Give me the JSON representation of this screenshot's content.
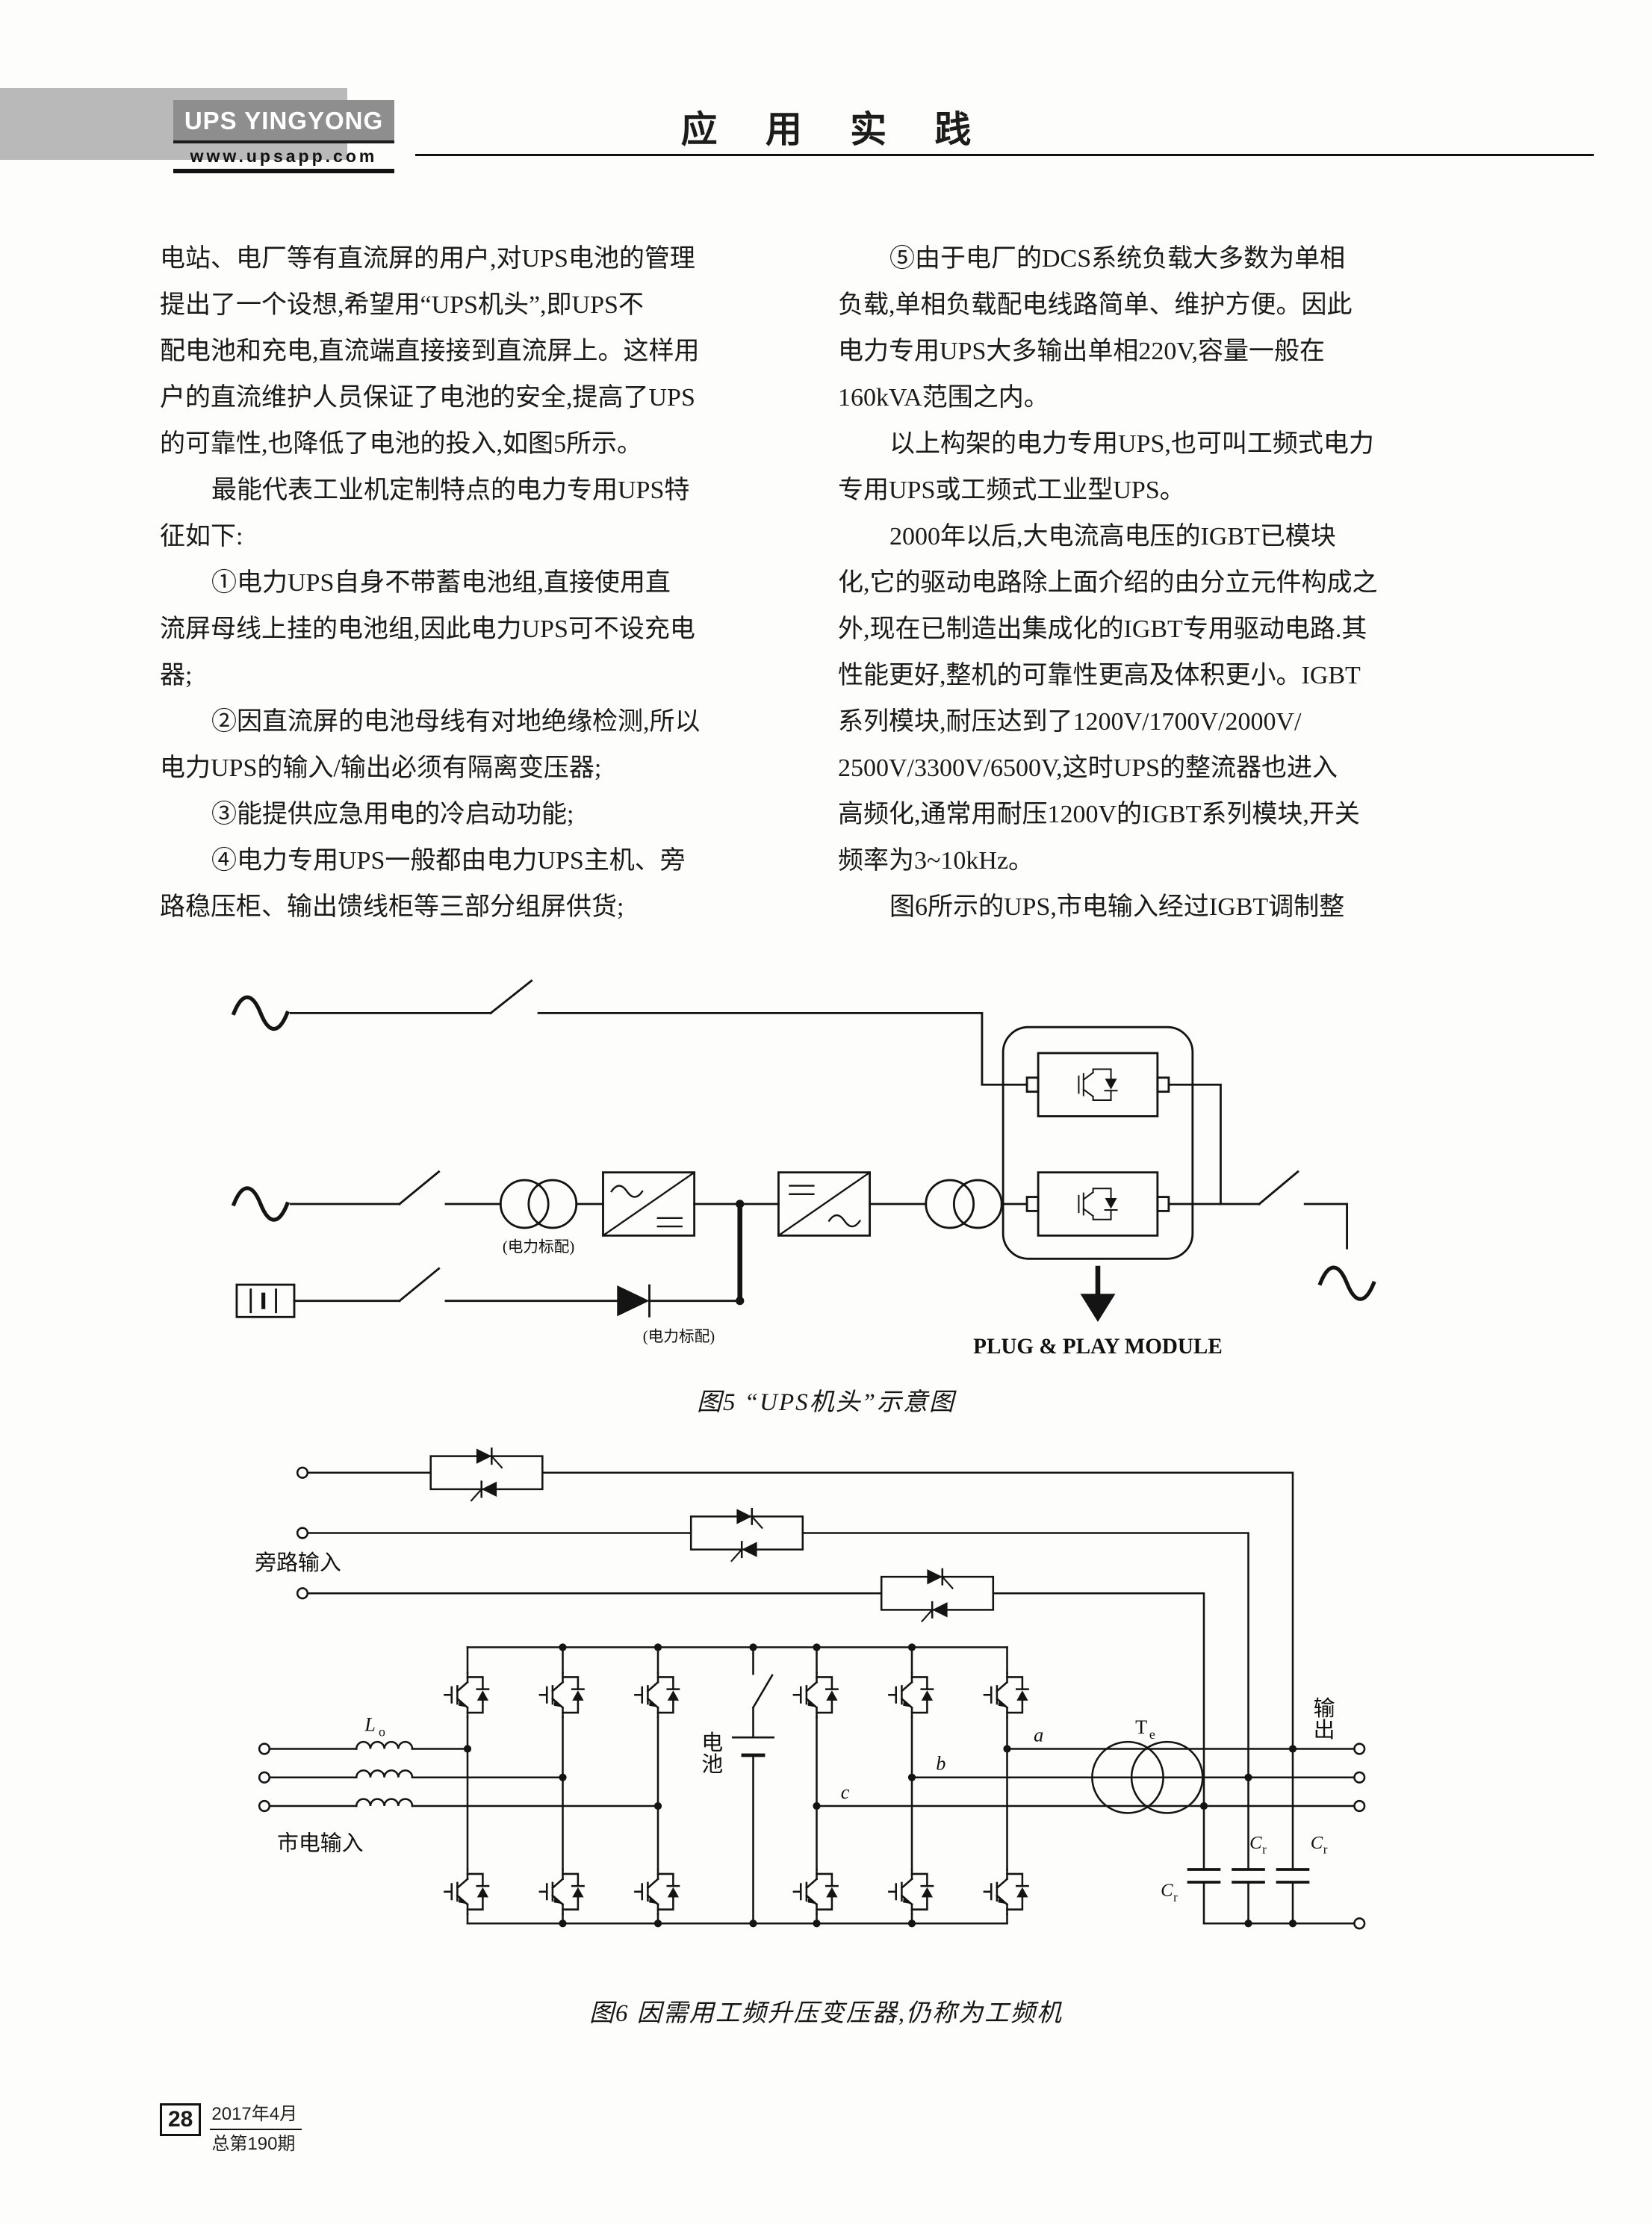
{
  "header": {
    "logo_title": "UPS YINGYONG",
    "logo_url": "www.upsapp.com",
    "page_title": "应 用 实 践"
  },
  "article": {
    "left_column": [
      {
        "text": "电站、电厂等有直流屏的用户,对UPS电池的管理",
        "indent": false,
        "last": false
      },
      {
        "text": "提出了一个设想,希望用“UPS机头”,即UPS不",
        "indent": false,
        "last": false
      },
      {
        "text": "配电池和充电,直流端直接接到直流屏上。这样用",
        "indent": false,
        "last": false
      },
      {
        "text": "户的直流维护人员保证了电池的安全,提高了UPS",
        "indent": false,
        "last": false
      },
      {
        "text": "的可靠性,也降低了电池的投入,如图5所示。",
        "indent": false,
        "last": true
      },
      {
        "text": "最能代表工业机定制特点的电力专用UPS特",
        "indent": true,
        "last": false
      },
      {
        "text": "征如下:",
        "indent": false,
        "last": true
      },
      {
        "text": "①电力UPS自身不带蓄电池组,直接使用直",
        "indent": true,
        "last": false
      },
      {
        "text": "流屏母线上挂的电池组,因此电力UPS可不设充电",
        "indent": false,
        "last": false
      },
      {
        "text": "器;",
        "indent": false,
        "last": true
      },
      {
        "text": "②因直流屏的电池母线有对地绝缘检测,所以",
        "indent": true,
        "last": false
      },
      {
        "text": "电力UPS的输入/输出必须有隔离变压器;",
        "indent": false,
        "last": true
      },
      {
        "text": "③能提供应急用电的冷启动功能;",
        "indent": true,
        "last": true
      },
      {
        "text": "④电力专用UPS一般都由电力UPS主机、旁",
        "indent": true,
        "last": false
      },
      {
        "text": "路稳压柜、输出馈线柜等三部分组屏供货;",
        "indent": false,
        "last": true
      }
    ],
    "right_column": [
      {
        "text": "⑤由于电厂的DCS系统负载大多数为单相",
        "indent": true,
        "last": false
      },
      {
        "text": "负载,单相负载配电线路简单、维护方便。因此",
        "indent": false,
        "last": false
      },
      {
        "text": "电力专用UPS大多输出单相220V,容量一般在",
        "indent": false,
        "last": false
      },
      {
        "text": "160kVA范围之内。",
        "indent": false,
        "last": true
      },
      {
        "text": "以上构架的电力专用UPS,也可叫工频式电力",
        "indent": true,
        "last": false
      },
      {
        "text": "专用UPS或工频式工业型UPS。",
        "indent": false,
        "last": true
      },
      {
        "text": "2000年以后,大电流高电压的IGBT已模块",
        "indent": true,
        "last": false
      },
      {
        "text": "化,它的驱动电路除上面介绍的由分立元件构成之",
        "indent": false,
        "last": false
      },
      {
        "text": "外,现在已制造出集成化的IGBT专用驱动电路.其",
        "indent": false,
        "last": false
      },
      {
        "text": "性能更好,整机的可靠性更高及体积更小。IGBT",
        "indent": false,
        "last": false
      },
      {
        "text": "系列模块,耐压达到了1200V/1700V/2000V/",
        "indent": false,
        "last": false
      },
      {
        "text": "2500V/3300V/6500V,这时UPS的整流器也进入",
        "indent": false,
        "last": false
      },
      {
        "text": "高频化,通常用耐压1200V的IGBT系列模块,开关",
        "indent": false,
        "last": false
      },
      {
        "text": "频率为3~10kHz。",
        "indent": false,
        "last": true
      },
      {
        "text": "图6所示的UPS,市电输入经过IGBT调制整",
        "indent": true,
        "last": false
      }
    ]
  },
  "figure5": {
    "caption": "图5   “UPS机头”示意图",
    "labels": {
      "power_std_1": "(电力标配)",
      "power_std_2": "(电力标配)",
      "module": "PLUG & PLAY MODULE"
    }
  },
  "figure6": {
    "caption": "图6   因需用工频升压变压器,仍称为工频机",
    "labels": {
      "bypass_input": "旁路输入",
      "mains_input": "市电输入",
      "battery": "电池",
      "output": "输出",
      "inductor_main": "L",
      "inductor_sub": "o",
      "transformer_main": "T",
      "transformer_sub": "e",
      "phase_a": "a",
      "phase_b": "b",
      "phase_c": "c",
      "cap_main": "C",
      "cap_sub": "r"
    }
  },
  "footer": {
    "page_number": "28",
    "date": "2017年4月",
    "issue": "总第190期"
  }
}
